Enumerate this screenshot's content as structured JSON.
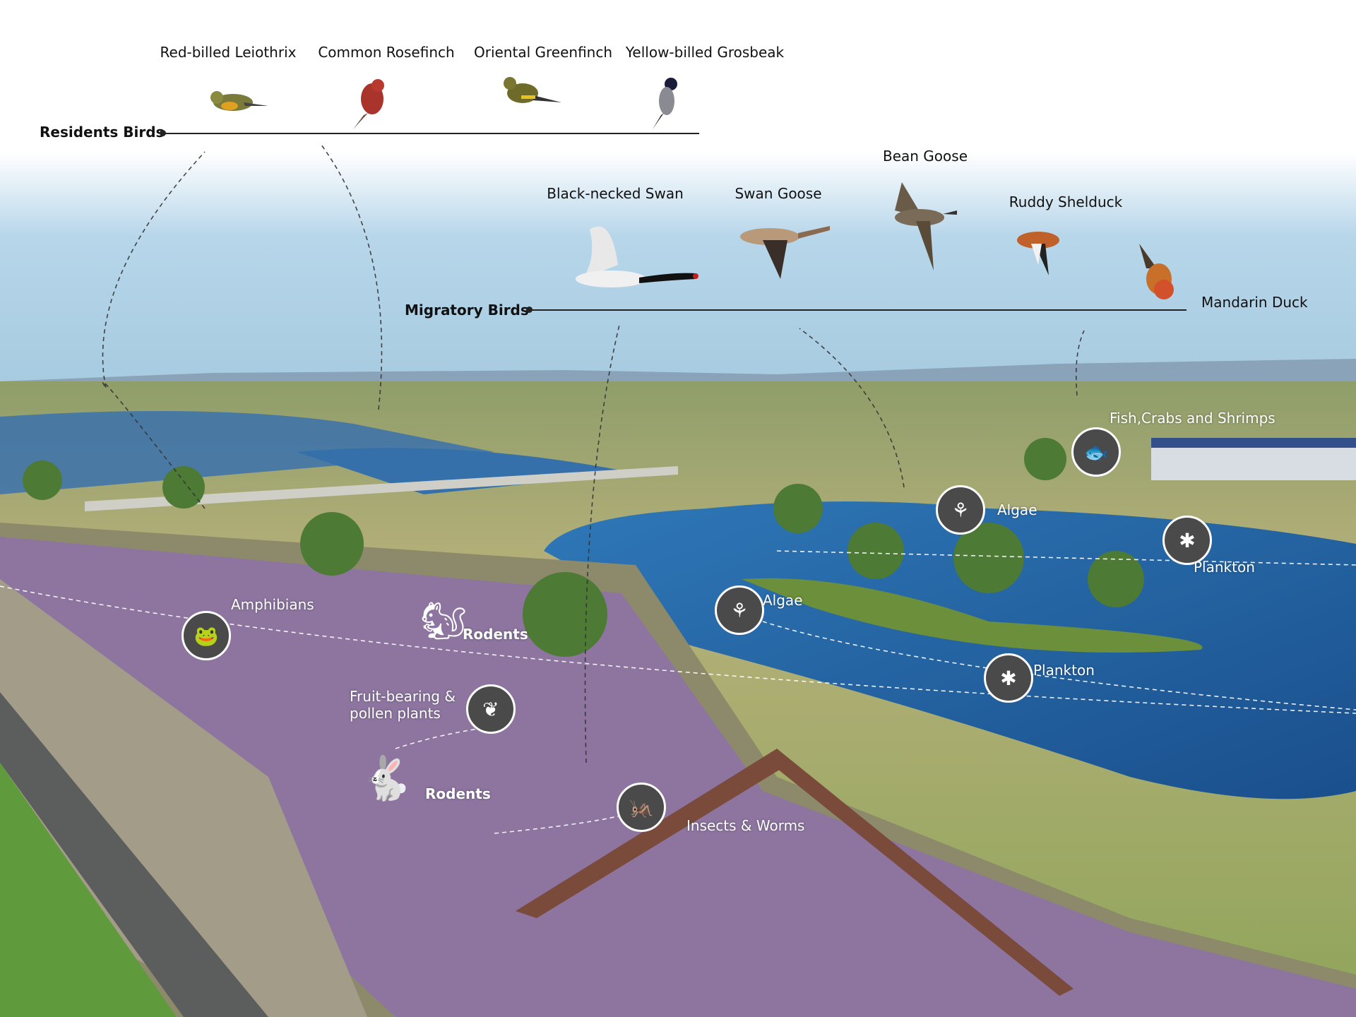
{
  "residents": {
    "title": "Residents Birds",
    "birds": [
      "Red-billed Leiothrix",
      "Common Rosefinch",
      "Oriental Greenfinch",
      "Yellow-billed Grosbeak"
    ]
  },
  "migratory": {
    "title": "Migratory Birds",
    "birds": [
      "Black-necked Swan",
      "Swan Goose",
      "Bean Goose",
      "Ruddy Shelduck",
      "Mandarin Duck"
    ]
  },
  "food_web": {
    "fish": "Fish,Crabs and Shrimps",
    "algae_1": "Algae",
    "plankton_1": "Plankton",
    "algae_2": "Algae",
    "plankton_2": "Plankton",
    "amphibians": "Amphibians",
    "rodents_1": "Rodents",
    "plants": "Fruit-bearing &",
    "plants_2": "pollen plants",
    "rodents_2": "Rodents",
    "insects": "Insects & Worms"
  },
  "colors": {
    "icon_bg": "#4a4a4a",
    "water": "#2c6fb0",
    "sky": "#a9cfe6",
    "grass": "#7c9a45",
    "lavender": "#8a6bb0"
  }
}
